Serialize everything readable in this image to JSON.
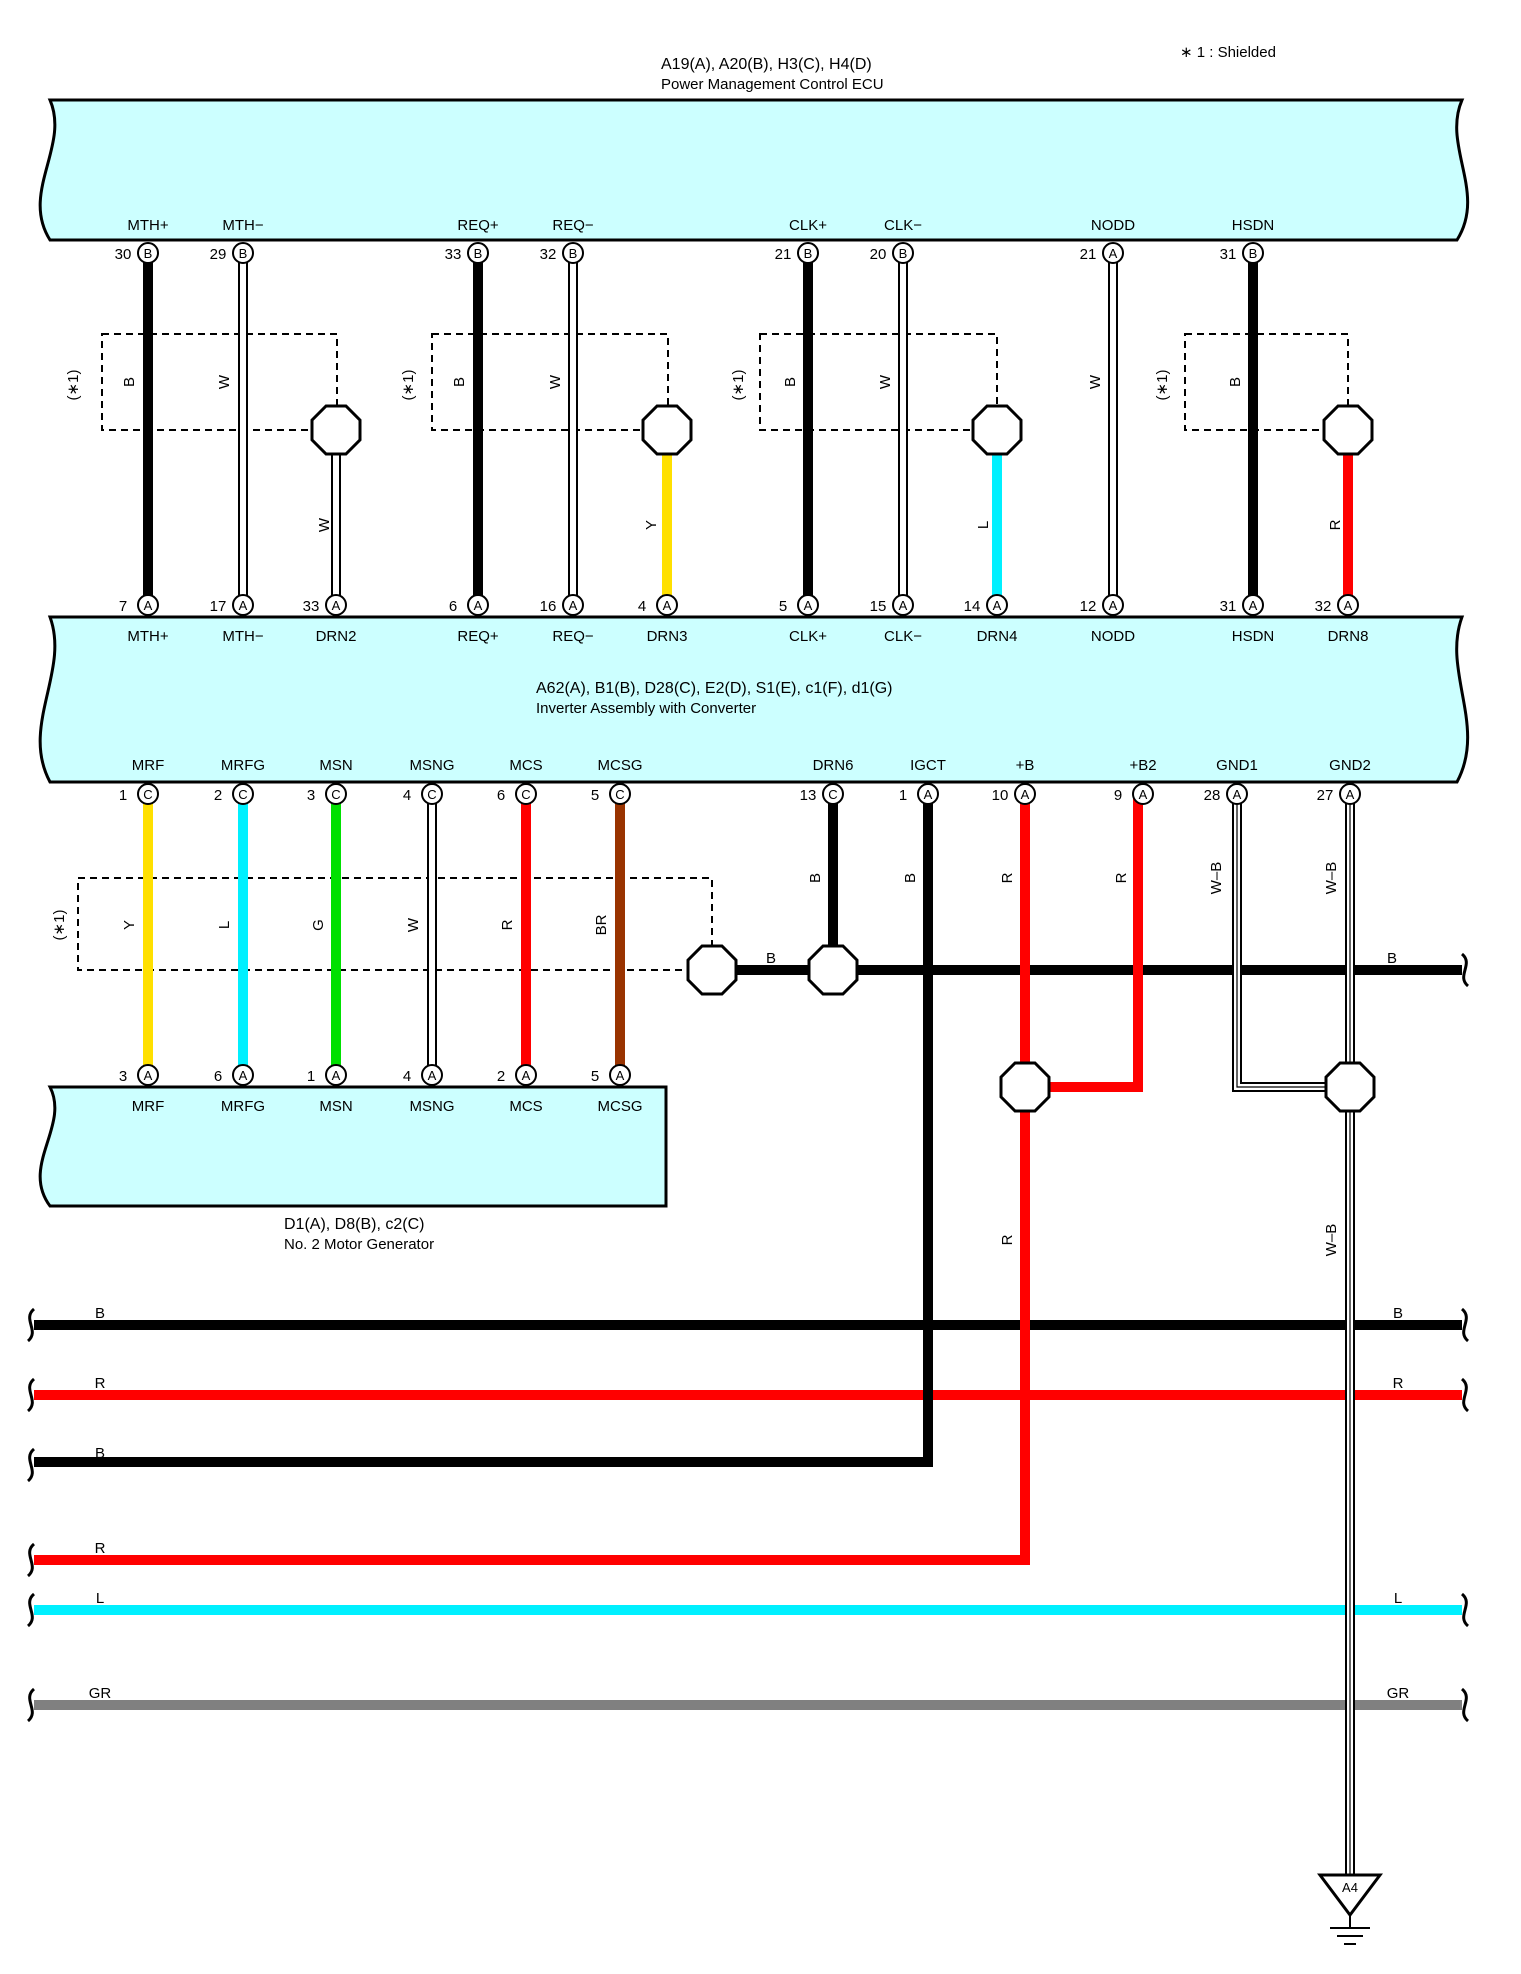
{
  "note": "∗ 1 : Shielded",
  "colors": {
    "B": "#000000",
    "W": "#ffffff",
    "Y": "#ffe000",
    "L": "#00f0ff",
    "R": "#ff0000",
    "G": "#00e000",
    "BR": "#993300",
    "GR": "#808080",
    "W-B": "#ffffff",
    "connector_fill": "#ccffff"
  },
  "connectors": {
    "ecu": {
      "code": "A19(A), A20(B), H3(C), H4(D)",
      "name": "Power Management Control ECU"
    },
    "inverter": {
      "code": "A62(A), B1(B), D28(C), E2(D), S1(E), c1(F), d1(G)",
      "name": "Inverter Assembly with Converter"
    },
    "mg2": {
      "code": "D1(A), D8(B), c2(C)",
      "name": "No.  2 Motor Generator"
    }
  },
  "shield_label": "(∗1)",
  "ecu_pins": [
    {
      "name": "MTH+",
      "pin": "30",
      "conn": "B"
    },
    {
      "name": "MTH−",
      "pin": "29",
      "conn": "B"
    },
    {
      "name": "REQ+",
      "pin": "33",
      "conn": "B"
    },
    {
      "name": "REQ−",
      "pin": "32",
      "conn": "B"
    },
    {
      "name": "CLK+",
      "pin": "21",
      "conn": "B"
    },
    {
      "name": "CLK−",
      "pin": "20",
      "conn": "B"
    },
    {
      "name": "NODD",
      "pin": "21",
      "conn": "A"
    },
    {
      "name": "HSDN",
      "pin": "31",
      "conn": "B"
    }
  ],
  "inv_top_pins": [
    {
      "name": "MTH+",
      "pin": "7",
      "conn": "A"
    },
    {
      "name": "MTH−",
      "pin": "17",
      "conn": "A"
    },
    {
      "name": "DRN2",
      "pin": "33",
      "conn": "A"
    },
    {
      "name": "REQ+",
      "pin": "6",
      "conn": "A"
    },
    {
      "name": "REQ−",
      "pin": "16",
      "conn": "A"
    },
    {
      "name": "DRN3",
      "pin": "4",
      "conn": "A"
    },
    {
      "name": "CLK+",
      "pin": "5",
      "conn": "A"
    },
    {
      "name": "CLK−",
      "pin": "15",
      "conn": "A"
    },
    {
      "name": "DRN4",
      "pin": "14",
      "conn": "A"
    },
    {
      "name": "NODD",
      "pin": "12",
      "conn": "A"
    },
    {
      "name": "HSDN",
      "pin": "31",
      "conn": "A"
    },
    {
      "name": "DRN8",
      "pin": "32",
      "conn": "A"
    }
  ],
  "inv_bottom_pins": [
    {
      "name": "MRF",
      "pin": "1",
      "conn": "C"
    },
    {
      "name": "MRFG",
      "pin": "2",
      "conn": "C"
    },
    {
      "name": "MSN",
      "pin": "3",
      "conn": "C"
    },
    {
      "name": "MSNG",
      "pin": "4",
      "conn": "C"
    },
    {
      "name": "MCS",
      "pin": "6",
      "conn": "C"
    },
    {
      "name": "MCSG",
      "pin": "5",
      "conn": "C"
    },
    {
      "name": "DRN6",
      "pin": "13",
      "conn": "C"
    },
    {
      "name": "IGCT",
      "pin": "1",
      "conn": "A"
    },
    {
      "name": "+B",
      "pin": "10",
      "conn": "A"
    },
    {
      "name": "+B2",
      "pin": "9",
      "conn": "A"
    },
    {
      "name": "GND1",
      "pin": "28",
      "conn": "A"
    },
    {
      "name": "GND2",
      "pin": "27",
      "conn": "A"
    }
  ],
  "mg2_pins": [
    {
      "name": "MRF",
      "pin": "3",
      "conn": "A"
    },
    {
      "name": "MRFG",
      "pin": "6",
      "conn": "A"
    },
    {
      "name": "MSN",
      "pin": "1",
      "conn": "A"
    },
    {
      "name": "MSNG",
      "pin": "4",
      "conn": "A"
    },
    {
      "name": "MCS",
      "pin": "2",
      "conn": "A"
    },
    {
      "name": "MCSG",
      "pin": "5",
      "conn": "A"
    }
  ],
  "wire_labels": {
    "upper": [
      "B",
      "W",
      "W",
      "B",
      "W",
      "Y",
      "B",
      "W",
      "L",
      "W",
      "B",
      "R"
    ],
    "lower": [
      "Y",
      "L",
      "G",
      "W",
      "R",
      "BR"
    ],
    "drn6": "B",
    "igct": "B",
    "plus_b": "R",
    "plus_b2": "R",
    "gnd1": "W–B",
    "gnd2": "W–B",
    "gnd_down": "W–B",
    "plus_b_down": "R",
    "bus_b": "B"
  },
  "horizontal_lines": [
    {
      "left": "B",
      "right": "B"
    },
    {
      "left": "R",
      "right": "R"
    },
    {
      "left": "B",
      "right": ""
    },
    {
      "left": "R",
      "right": ""
    },
    {
      "left": "L",
      "right": "L"
    },
    {
      "left": "GR",
      "right": "GR"
    }
  ],
  "ground": "A4"
}
